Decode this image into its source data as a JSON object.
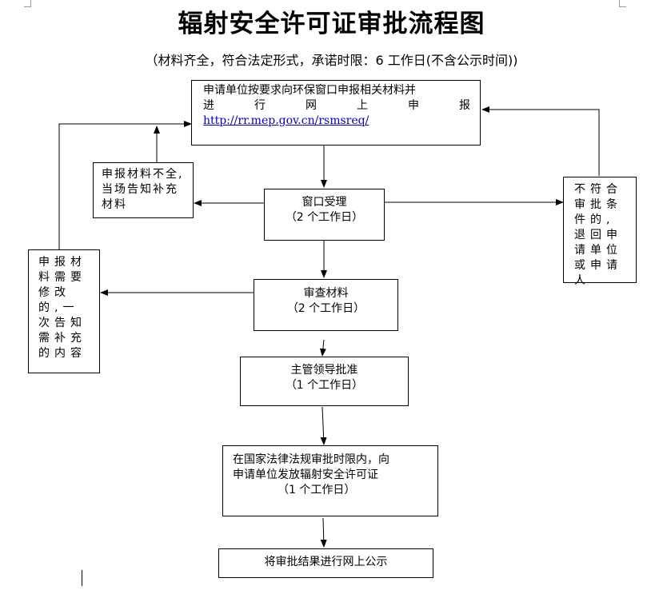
{
  "header": {
    "title": "辐射安全许可证审批流程图",
    "subtitle": "（材料齐全，符合法定形式，承诺时限：6 工作日(不含公示时间))"
  },
  "nodes": {
    "apply": {
      "line1": "申请单位按要求向环保窗口申报相关材料并",
      "line2_chars": [
        "进",
        "行",
        "网",
        "上",
        "申",
        "报"
      ],
      "link": "http://rr.mep.gov.cn/rsmsreq/"
    },
    "incomplete": {
      "text": "申报材料不全,当场告知补充材料"
    },
    "window": {
      "label": "窗口受理",
      "duration": "（2 个工作日）"
    },
    "reject": {
      "text": "不符合审批条件的,退回申请单位或申请人"
    },
    "modify": {
      "text": "申报材料需要修改的,一次告知需补充的内容"
    },
    "review": {
      "label": "审查材料",
      "duration": "（2 个工作日）"
    },
    "leader": {
      "label": "主管领导批准",
      "duration": "（1 个工作日）"
    },
    "issue": {
      "line1": "在国家法律法规审批时限内，向",
      "line2": "申请单位发放辐射安全许可证",
      "duration": "（1 个工作日）"
    },
    "publish": {
      "label": "将审批结果进行网上公示"
    }
  }
}
